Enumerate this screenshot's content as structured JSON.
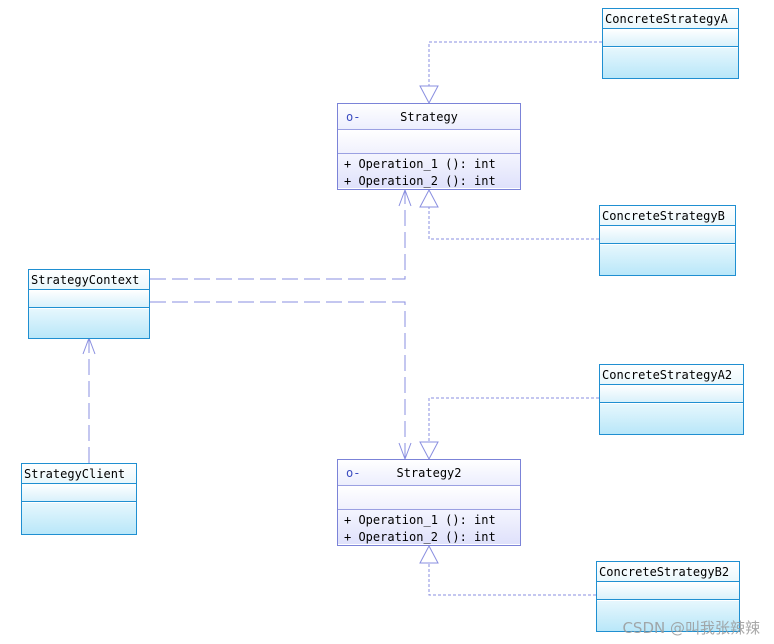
{
  "diagram": {
    "interfaces": [
      {
        "id": "strategy",
        "name": "Strategy",
        "stereotype_icon": "o-",
        "operations": [
          "+ Operation_1 (): int",
          "+ Operation_2 (): int"
        ]
      },
      {
        "id": "strategy2",
        "name": "Strategy2",
        "stereotype_icon": "o-",
        "operations": [
          "+ Operation_1 (): int",
          "+ Operation_2 (): int"
        ]
      }
    ],
    "classes": [
      {
        "id": "concrete_a",
        "name": "ConcreteStrategyA"
      },
      {
        "id": "concrete_b",
        "name": "ConcreteStrategyB"
      },
      {
        "id": "context",
        "name": "StrategyContext"
      },
      {
        "id": "concrete_a2",
        "name": "ConcreteStrategyA2"
      },
      {
        "id": "client",
        "name": "StrategyClient"
      },
      {
        "id": "concrete_b2",
        "name": "ConcreteStrategyB2"
      }
    ],
    "relations": [
      {
        "from": "concrete_a",
        "to": "strategy",
        "type": "realization"
      },
      {
        "from": "concrete_b",
        "to": "strategy",
        "type": "realization"
      },
      {
        "from": "concrete_a2",
        "to": "strategy2",
        "type": "realization"
      },
      {
        "from": "concrete_b2",
        "to": "strategy2",
        "type": "realization"
      },
      {
        "from": "context",
        "to": "strategy",
        "type": "dependency"
      },
      {
        "from": "context",
        "to": "strategy2",
        "type": "dependency"
      },
      {
        "from": "client",
        "to": "context",
        "type": "dependency"
      }
    ]
  },
  "colors": {
    "class_border": "#1f8fd1",
    "interface_border": "#7b83d8",
    "edge": "#8a8fe0"
  },
  "watermark": "CSDN @叫我张辣辣"
}
